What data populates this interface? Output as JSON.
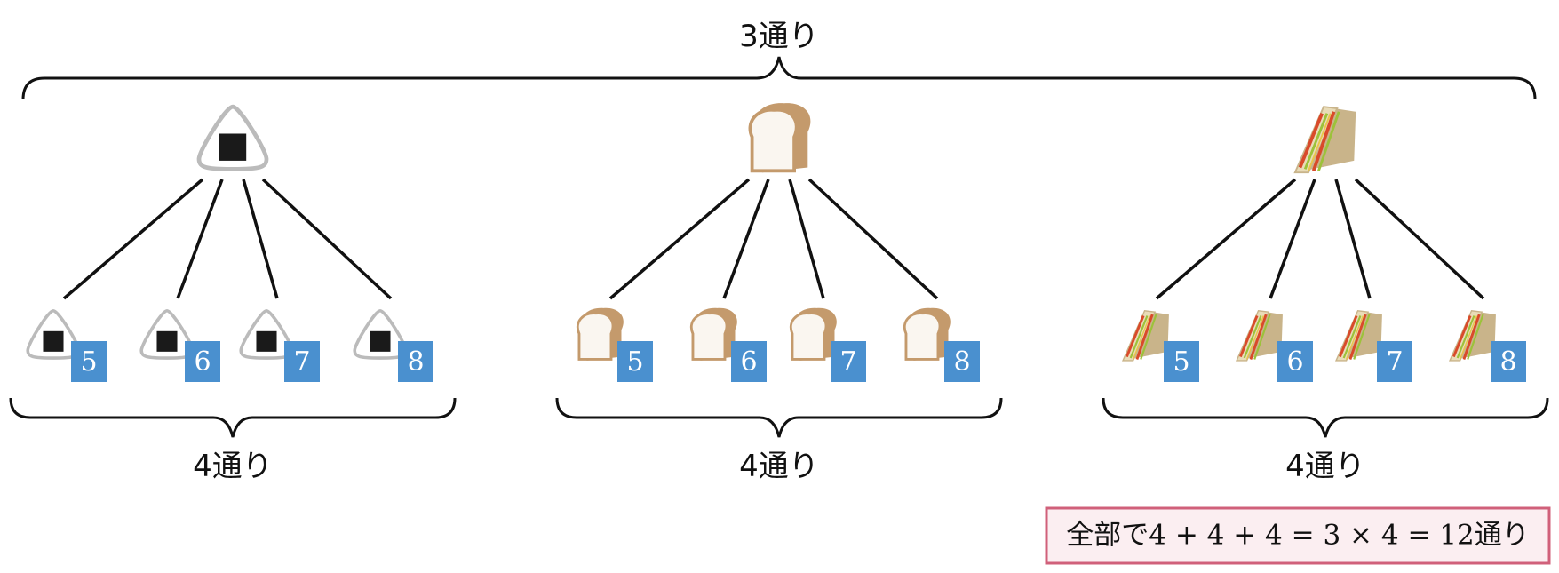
{
  "top_label": "3通り",
  "group_labels": [
    "4通り",
    "4通り",
    "4通り"
  ],
  "groups": [
    {
      "item_icon": "onigiri-icon",
      "badges": [
        "5",
        "6",
        "7",
        "8"
      ]
    },
    {
      "item_icon": "bread-icon",
      "badges": [
        "5",
        "6",
        "7",
        "8"
      ]
    },
    {
      "item_icon": "sandwich-icon",
      "badges": [
        "5",
        "6",
        "7",
        "8"
      ]
    }
  ],
  "total_label": "全部で4 + 4 + 4 = 3 × 4 = 12通り",
  "colors": {
    "badge": "#4a90cf",
    "total_border": "#d0607a",
    "total_fill": "#fbeef1",
    "line": "#111111",
    "bread": "#c49a6c",
    "bread_face": "#faf6f0",
    "onigiri_outline": "#bbbbbb",
    "nori": "#1a1a1a",
    "sandwich_crust": "#c9b48a",
    "sandwich_bread": "#e9dcb8",
    "sandwich_red": "#d94a2a",
    "sandwich_green": "#9cc23a"
  }
}
